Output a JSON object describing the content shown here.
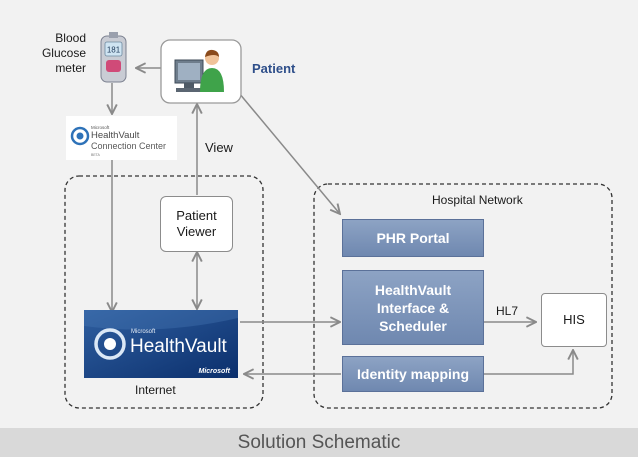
{
  "labels": {
    "blood_glucose_meter": "Blood Glucose meter",
    "patient": "Patient",
    "view": "View",
    "patient_viewer": "Patient Viewer",
    "hospital_network": "Hospital Network",
    "internet": "Internet",
    "hl7": "HL7"
  },
  "boxes": {
    "phr_portal": "PHR Portal",
    "healthvault_interface": "HealthVault Interface & Scheduler",
    "identity_mapping": "Identity mapping",
    "his": "HIS"
  },
  "logos": {
    "connection_center_microsoft": "Microsoft",
    "connection_center_name": "HealthVault",
    "connection_center_sub": "Connection Center",
    "connection_center_beta": "BETA",
    "healthvault_microsoft": "Microsoft",
    "healthvault_name": "HealthVault",
    "healthvault_wordmark": "Microsoft"
  },
  "meter": {
    "reading": "181"
  },
  "footer": {
    "title": "Solution Schematic"
  },
  "colors": {
    "box_blue": "#7a91b8",
    "patient_label": "#2f4f8a",
    "arrow": "#8a8a8a",
    "footer_bg": "#d9d9d9"
  }
}
